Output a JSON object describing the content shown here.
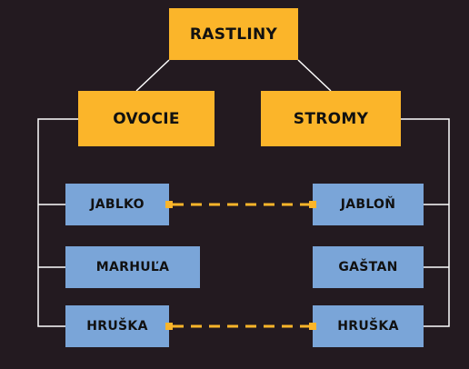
{
  "root": {
    "label": "RASTLINY"
  },
  "categories": {
    "left": {
      "label": "OVOCIE"
    },
    "right": {
      "label": "STROMY"
    }
  },
  "left_items": [
    {
      "label": "JABLKO"
    },
    {
      "label": "MARHUĽA"
    },
    {
      "label": "HRUŠKA"
    }
  ],
  "right_items": [
    {
      "label": "JABLOŇ"
    },
    {
      "label": "GAŠTAN"
    },
    {
      "label": "HRUŠKA"
    }
  ],
  "links": [
    {
      "from": "JABLKO",
      "to": "JABLOŇ"
    },
    {
      "from": "HRUŠKA",
      "to": "HRUŠKA"
    }
  ],
  "colors": {
    "background": "#231a20",
    "header_fill": "#fbb52a",
    "leaf_fill": "#7aa5d8",
    "connector": "#ffffff",
    "link": "#fbb52a"
  }
}
